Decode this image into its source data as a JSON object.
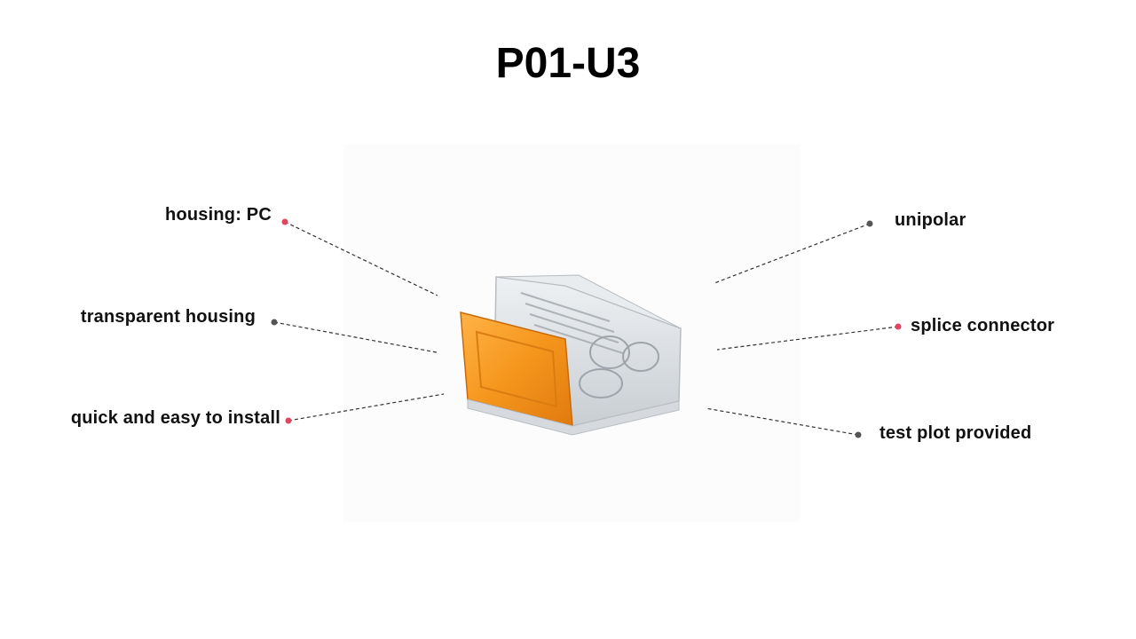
{
  "title": "P01-U3",
  "features_left": [
    {
      "text": "housing: PC",
      "dot_color": "#e0465f"
    },
    {
      "text": "transparent housing",
      "dot_color": "#555555"
    },
    {
      "text": "quick and easy to install",
      "dot_color": "#e0465f"
    }
  ],
  "features_right": [
    {
      "text": "unipolar",
      "dot_color": "#555555"
    },
    {
      "text": "splice connector",
      "dot_color": "#e0465f"
    },
    {
      "text": "test plot provided",
      "dot_color": "#555555"
    }
  ],
  "colors": {
    "housing_orange": "#f5961c",
    "leader_line": "#333333"
  }
}
